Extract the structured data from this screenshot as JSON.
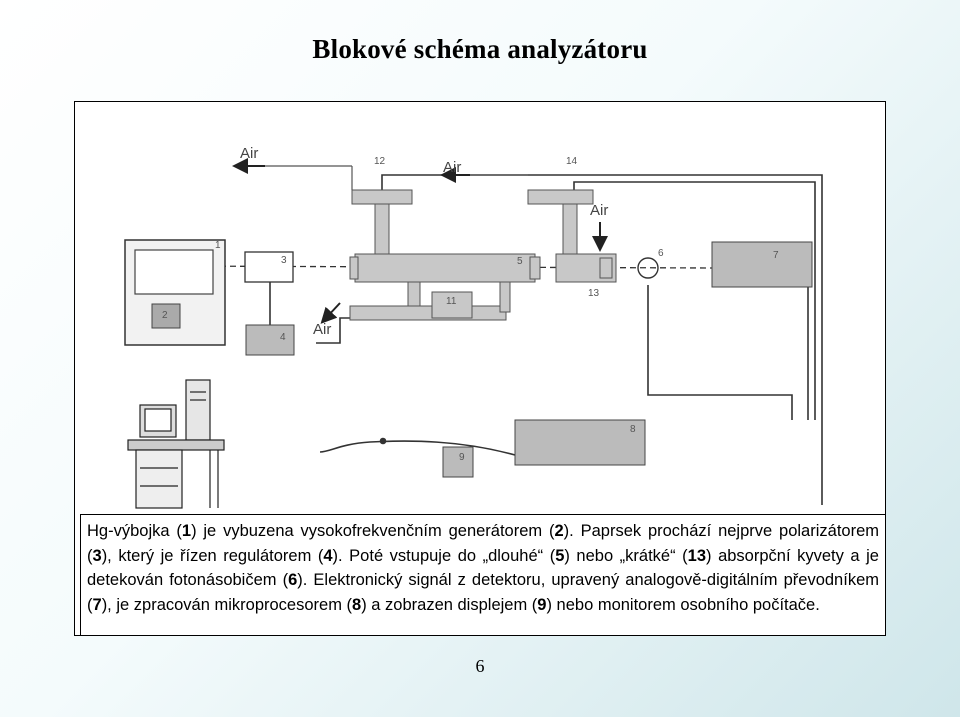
{
  "title": "Blokové schéma analyzátoru",
  "page_number": "6",
  "diagram": {
    "labels": {
      "n1": "1",
      "n2": "2",
      "n3": "3",
      "n4": "4",
      "n5": "5",
      "n6": "6",
      "n7": "7",
      "n8": "8",
      "n9": "9",
      "n11": "11",
      "n12": "12",
      "n13": "13",
      "n14": "14"
    },
    "air_labels": [
      "Air",
      "Air",
      "Air",
      "Air"
    ]
  },
  "caption": {
    "parts": [
      "Hg-výbojka (",
      "1",
      ") je vybuzena vysokofrekvenčním generátorem (",
      "2",
      "). Paprsek prochází nejprve polarizátorem (",
      "3",
      "), který je řízen regulátorem (",
      "4",
      "). Poté vstupuje do „dlouhé“ (",
      "5",
      ") nebo „krátké“ (",
      "13",
      ") absorpční kyvety a je detekován fotonásobičem (",
      "6",
      "). Elektronický signál z detektoru, upravený analogově-digitálním převodníkem (",
      "7",
      "), je zpracován mikroprocesorem (",
      "8",
      ") a zobrazen  displejem (",
      "9",
      ") nebo monitorem osobního počítače."
    ]
  }
}
